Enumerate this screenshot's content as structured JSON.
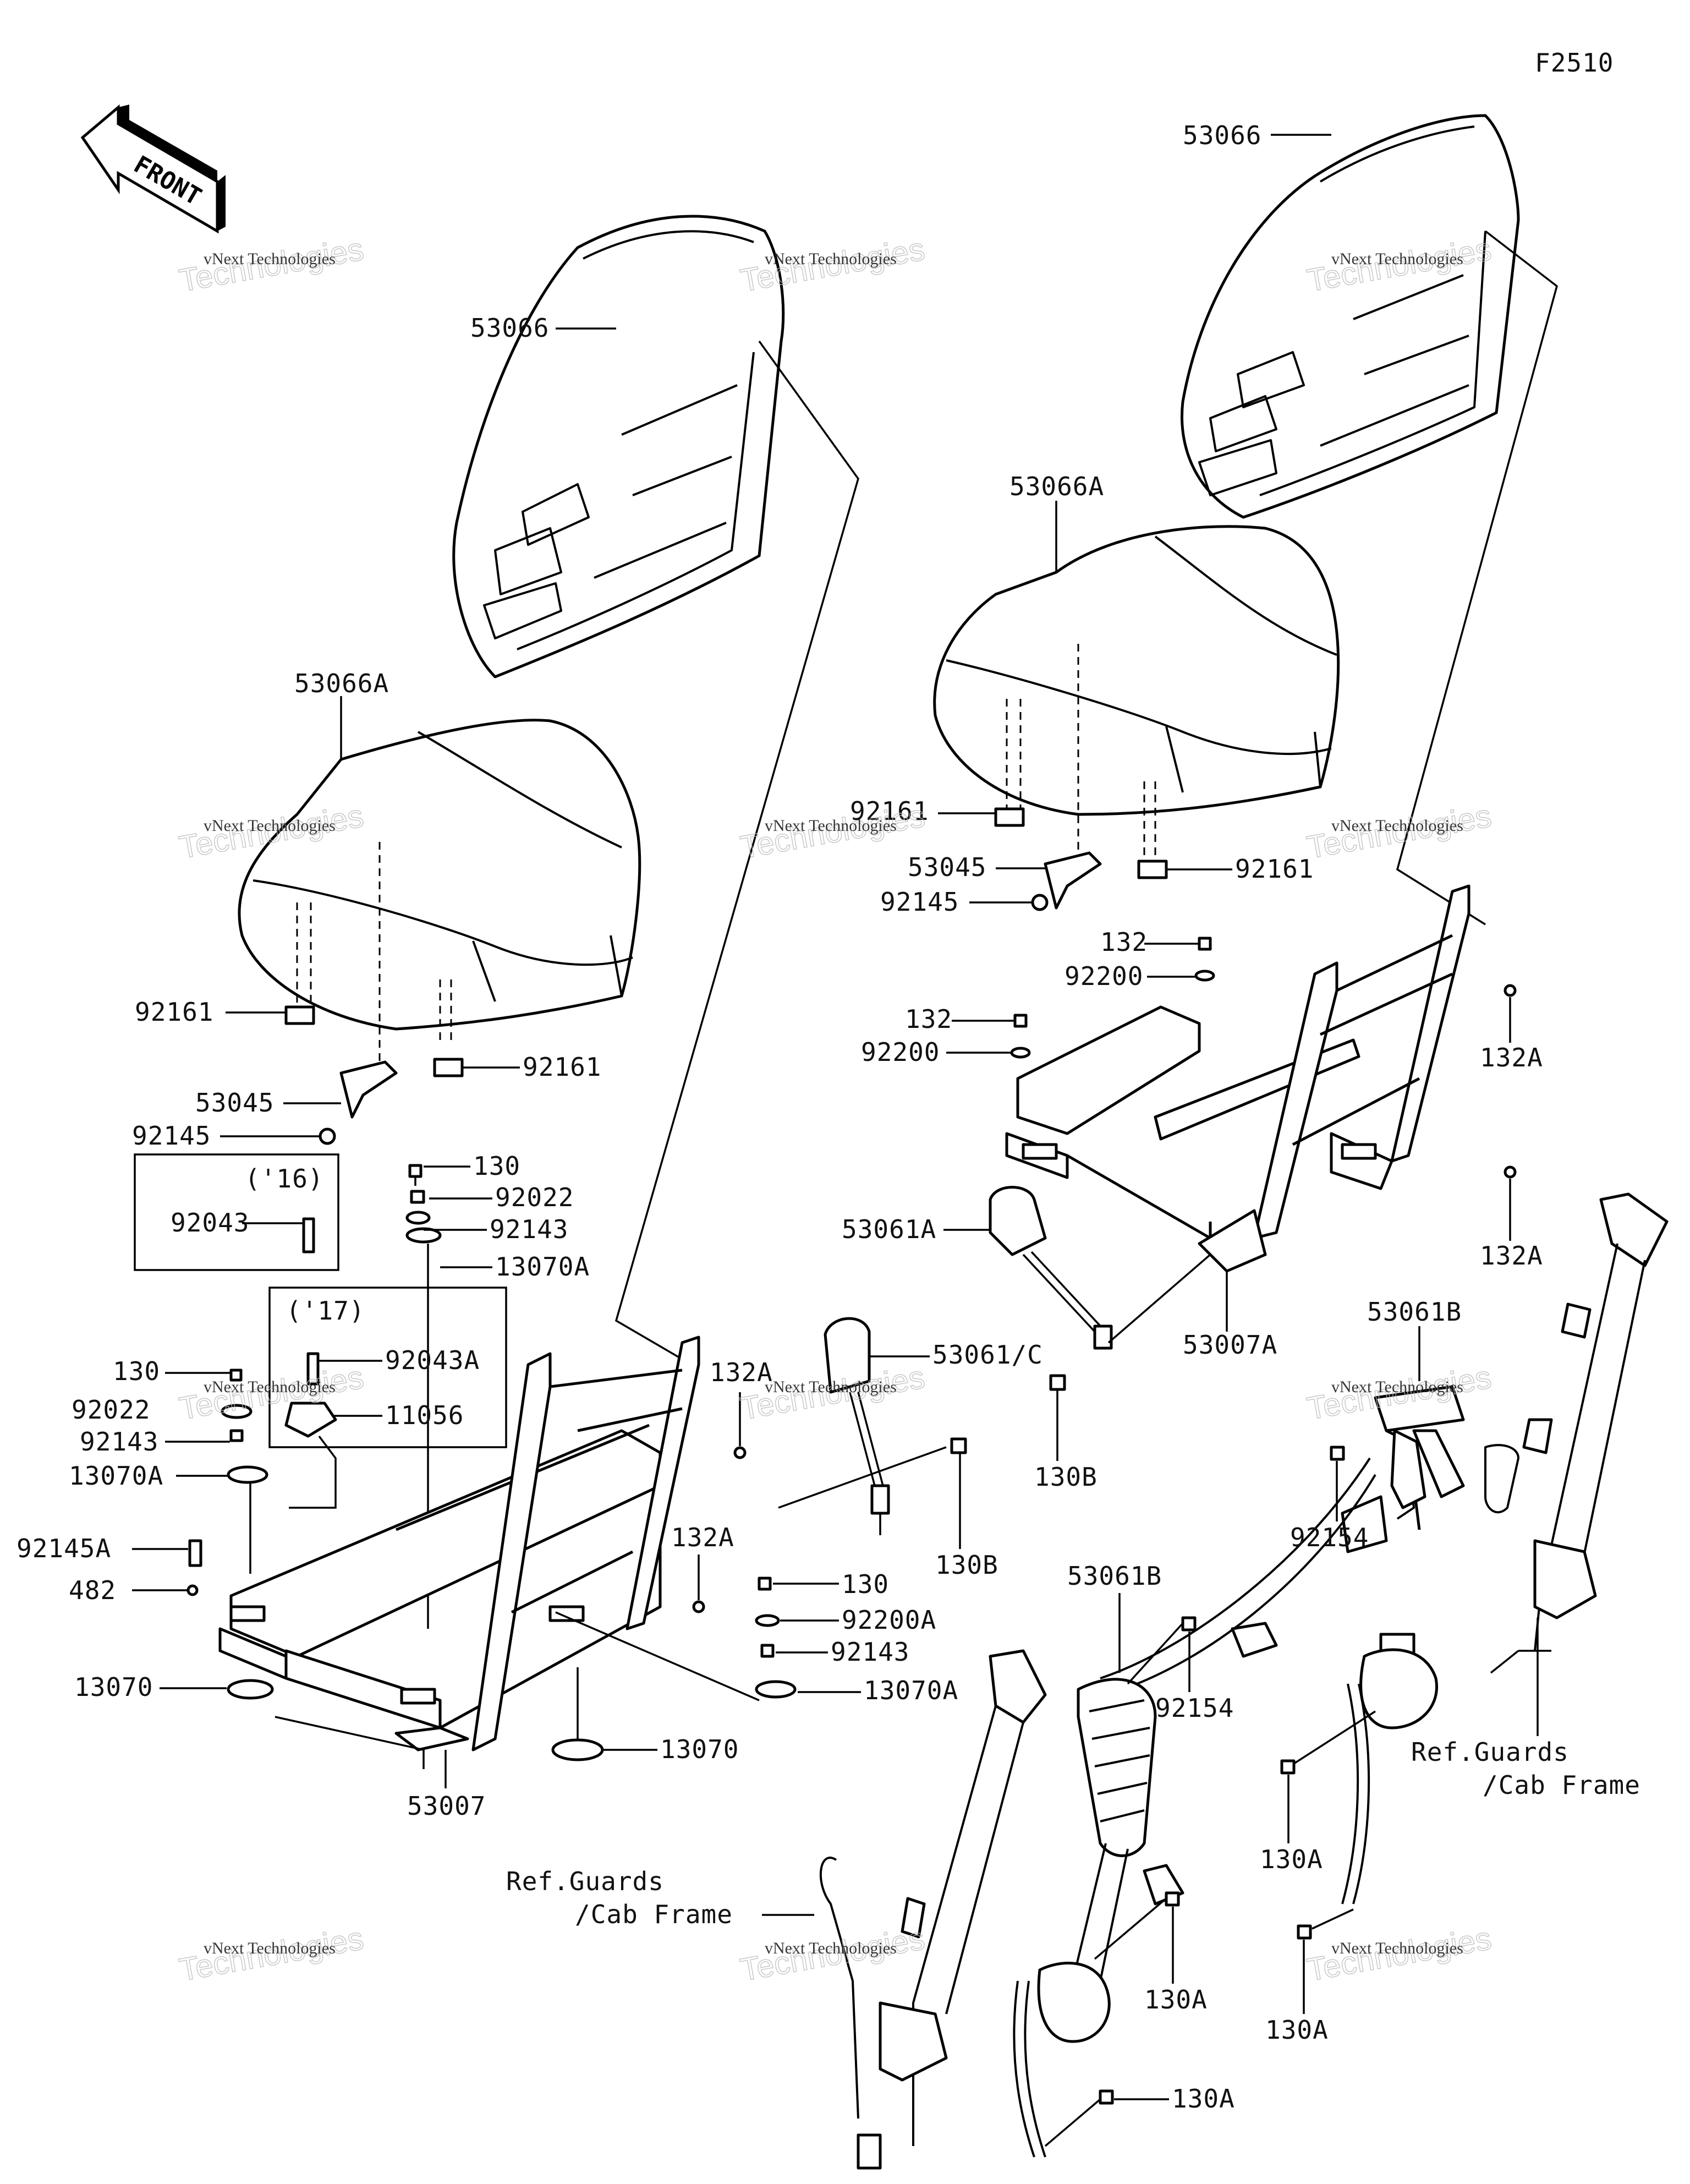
{
  "diagram_id": "F2510",
  "front_arrow": {
    "text": "FRONT"
  },
  "variant_boxes": {
    "y16": "('16)",
    "y17": "('17)"
  },
  "watermark": {
    "line1": "vNext Technologies",
    "line2": "Technologies"
  },
  "labels": {
    "l_53066_left": "53066",
    "l_53066_right": "53066",
    "l_53066A_left": "53066A",
    "l_53066A_right": "53066A",
    "l_92161_a": "92161",
    "l_92161_b": "92161",
    "l_92161_c": "92161",
    "l_92161_d": "92161",
    "l_53045_left": "53045",
    "l_53045_right": "53045",
    "l_92145_left": "92145",
    "l_92145_right": "92145",
    "l_130_a": "130",
    "l_92022_a": "92022",
    "l_92143_a": "92143",
    "l_13070A_a": "13070A",
    "l_92043": "92043",
    "l_92043A": "92043A",
    "l_130_b": "130",
    "l_92022_b": "92022",
    "l_11056": "11056",
    "l_92143_b": "92143",
    "l_13070A_b": "13070A",
    "l_92145A": "92145A",
    "l_482": "482",
    "l_13070_a": "13070",
    "l_13070_b": "13070",
    "l_53007": "53007",
    "l_132A_a": "132A",
    "l_132A_b": "132A",
    "l_130_c": "130",
    "l_92200A": "92200A",
    "l_92143_c": "92143",
    "l_13070A_c": "13070A",
    "l_53061C": "53061/C",
    "l_130B_a": "130B",
    "l_130B_b": "130B",
    "l_53061A": "53061A",
    "l_53007A": "53007A",
    "l_132_a": "132",
    "l_92200_a": "92200",
    "l_132_b": "132",
    "l_92200_b": "92200",
    "l_132A_c": "132A",
    "l_132A_d": "132A",
    "l_53061B_a": "53061B",
    "l_53061B_b": "53061B",
    "l_92154_a": "92154",
    "l_92154_b": "92154",
    "l_130A_a": "130A",
    "l_130A_b": "130A",
    "l_130A_c": "130A",
    "l_130A_d": "130A",
    "ref_guards_right_1": "Ref.Guards",
    "ref_guards_right_2": "/Cab Frame",
    "ref_guards_left_1": "Ref.Guards",
    "ref_guards_left_2": "/Cab Frame"
  }
}
